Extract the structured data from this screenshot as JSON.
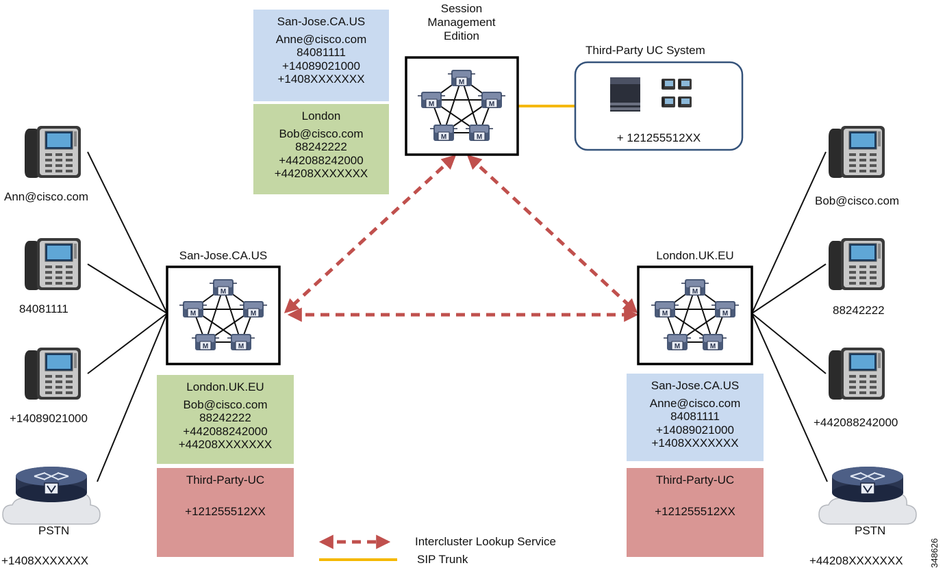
{
  "sme": {
    "title_lines": [
      "Session",
      "Management",
      "Edition"
    ],
    "table_sanjose": {
      "heading": "San-Jose.CA.US",
      "entries": [
        "Anne@cisco.com",
        "84081111",
        "+14089021000",
        "+1408XXXXXXX"
      ]
    },
    "table_london": {
      "heading": "London",
      "entries": [
        "Bob@cisco.com",
        "88242222",
        "+442088242000",
        "+44208XXXXXXX"
      ]
    }
  },
  "third_party": {
    "title": "Third-Party UC System",
    "number": "+ 121255512XX"
  },
  "left_cluster": {
    "title": "San-Jose.CA.US",
    "table_london": {
      "heading": "London.UK.EU",
      "entries": [
        "Bob@cisco.com",
        "88242222",
        "+442088242000",
        "+44208XXXXXXX"
      ]
    },
    "table_thirdparty": {
      "heading": "Third-Party-UC",
      "entries": [
        "+121255512XX"
      ]
    }
  },
  "right_cluster": {
    "title": "London.UK.EU",
    "table_sanjose": {
      "heading": "San-Jose.CA.US",
      "entries": [
        "Anne@cisco.com",
        "84081111",
        "+14089021000",
        "+1408XXXXXXX"
      ]
    },
    "table_thirdparty": {
      "heading": "Third-Party-UC",
      "entries": [
        "+121255512XX"
      ]
    }
  },
  "left_endpoints": [
    "Ann@cisco.com",
    "84081111",
    "+14089021000",
    "+1408XXXXXXX"
  ],
  "right_endpoints": [
    "Bob@cisco.com",
    "88242222",
    "+442088242000",
    "+44208XXXXXXX"
  ],
  "pstn_label": "PSTN",
  "legend": {
    "ils": "Intercluster Lookup Service",
    "sip": "SIP Trunk"
  },
  "figure_id": "348626",
  "colors": {
    "ils_arrow": "#c0504d",
    "sip_trunk": "#f5b800",
    "blue_box": "#c9daf0",
    "green_box": "#c4d7a4",
    "red_box": "#d99694",
    "cluster_icon": "#3c4a66",
    "third_party_border": "#34527a"
  }
}
